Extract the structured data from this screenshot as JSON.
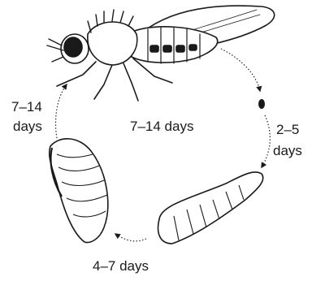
{
  "diagram": {
    "stages": [
      {
        "name": "adult"
      },
      {
        "name": "egg"
      },
      {
        "name": "larva"
      },
      {
        "name": "pupa"
      }
    ],
    "labels": {
      "adult_to_egg": "7–14 days",
      "egg_to_larva_line1": "2–5",
      "egg_to_larva_line2": "days",
      "larva_to_pupa": "4–7 days",
      "pupa_to_adult_line1": "7–14",
      "pupa_to_adult_line2": "days"
    },
    "colors": {
      "ink": "#1a1a1a",
      "background": "#ffffff"
    }
  }
}
